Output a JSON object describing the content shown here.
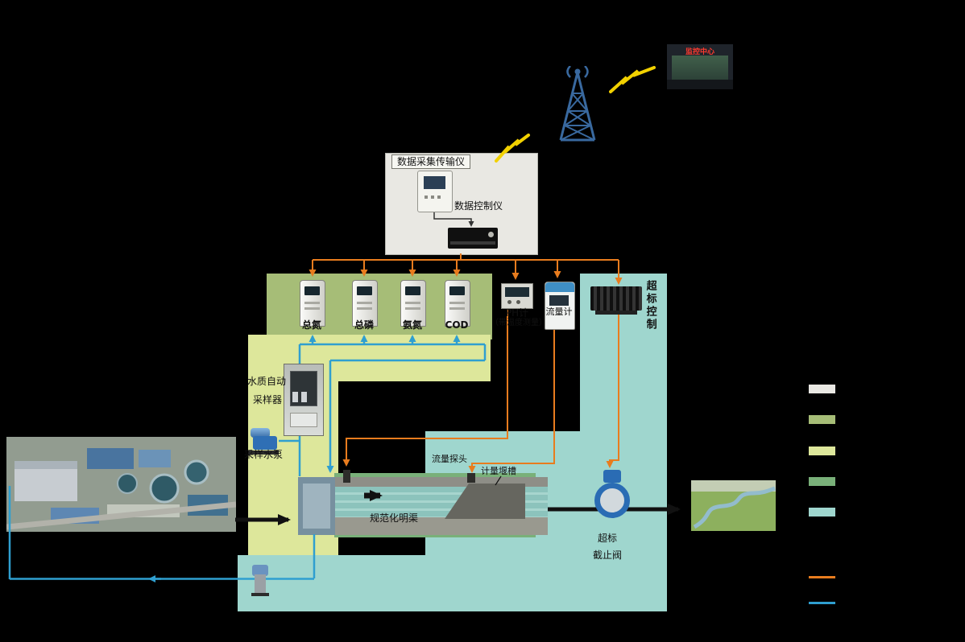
{
  "colors": {
    "background": "#000000",
    "panel_gray": "#e9e8e3",
    "olive": "#a6bd77",
    "yellow_green": "#dde79b",
    "green": "#79b079",
    "teal": "#9fd6ce",
    "orange_line": "#e87c1e",
    "blue_line": "#2f9fd0",
    "tower_blue": "#39699f",
    "lightning_yellow": "#f2d100"
  },
  "nodes": {
    "daq_label": "数据采集传输仪",
    "controller_label": "数据控制仪",
    "monitor_label": "监控中心",
    "analyzers": [
      "总氮",
      "总磷",
      "氨氮",
      "COD"
    ],
    "ph_label": "PH计",
    "ph_note": "（带温度测量）",
    "flowmeter_label": "流量计",
    "exceed_label": "超标控制",
    "sampler_label_1": "水质自动",
    "sampler_label_2": "采样器",
    "pump_label": "采样水泵",
    "probe_label": "流量探头",
    "weir_label": "计量堰槽",
    "channel_label": "规范化明渠",
    "valve_label_1": "超标",
    "valve_label_2": "截止阀"
  },
  "legend": {
    "swatches": [
      {
        "name": "gray-panel",
        "color": "#e9e8e3"
      },
      {
        "name": "olive-panel",
        "color": "#a6bd77"
      },
      {
        "name": "yellow-green-panel",
        "color": "#dde79b"
      },
      {
        "name": "green-area",
        "color": "#79b079"
      },
      {
        "name": "teal-area",
        "color": "#9fd6ce"
      }
    ],
    "lines": [
      {
        "name": "signal-line",
        "color": "#e87c1e"
      },
      {
        "name": "water-sample-line",
        "color": "#2f9fd0"
      }
    ]
  }
}
